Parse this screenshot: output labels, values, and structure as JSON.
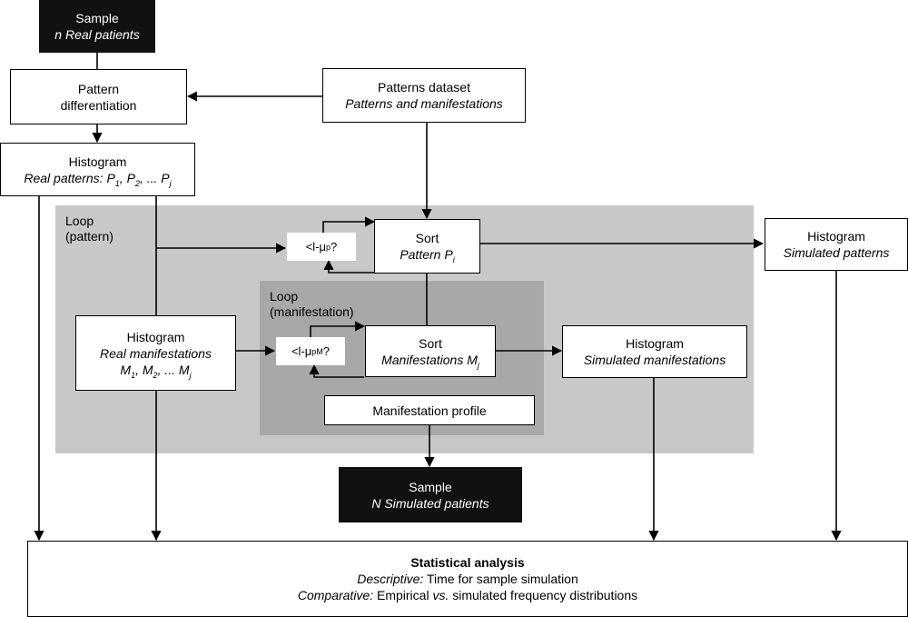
{
  "sample_real": {
    "line1": "Sample",
    "line2": "n Real patients"
  },
  "pattern_diff": {
    "line1": "Pattern",
    "line2": "differentiation"
  },
  "patterns_dataset": {
    "line1": "Patterns dataset",
    "line2": "Patterns and manifestations"
  },
  "hist_real_patterns": {
    "line1": "Histogram",
    "line2_prefix": "Real patterns: ",
    "p": "P",
    "s1": "1",
    "s2": "2",
    "sj": "j",
    "sep": ", ",
    "ellipsis": ", ... "
  },
  "loop_pattern": {
    "line1": "Loop",
    "line2": "(pattern)"
  },
  "cond_pattern": {
    "prefix": "<l-μ",
    "sub": "p",
    "suffix": "?"
  },
  "sort_pattern": {
    "line1": "Sort",
    "line2": "Pattern P",
    "sub": "i"
  },
  "hist_sim_patterns": {
    "line1": "Histogram",
    "line2": "Simulated patterns"
  },
  "loop_manifestation": {
    "line1": "Loop",
    "line2": "(manifestation)"
  },
  "hist_real_manifest": {
    "line1": "Histogram",
    "line2": "Real manifestations",
    "m": "M",
    "s1": "1",
    "s2": "2",
    "sj": "j",
    "sep": ", ",
    "ellipsis": ", ... "
  },
  "cond_manifest": {
    "prefix": "<l-μ",
    "sub": "pM",
    "suffix": "?"
  },
  "sort_manifest": {
    "line1": "Sort",
    "line2": "Manifestations M",
    "sub": "j"
  },
  "hist_sim_manifest": {
    "line1": "Histogram",
    "line2": "Simulated manifestations"
  },
  "manifest_profile": {
    "label": "Manifestation profile"
  },
  "sample_sim": {
    "line1": "Sample",
    "line2": "N Simulated patients"
  },
  "stat": {
    "title": "Statistical analysis",
    "desc_label": "Descriptive:",
    "desc_text": " Time for sample simulation",
    "comp_label": "Comparative:",
    "comp_text": " Empirical ",
    "vs": "vs.",
    "comp_text2": " simulated frequency distributions"
  },
  "colors": {
    "outer_loop": "#c8c8c8",
    "inner_loop": "#a8a8a8",
    "dark_box": "#111111"
  }
}
